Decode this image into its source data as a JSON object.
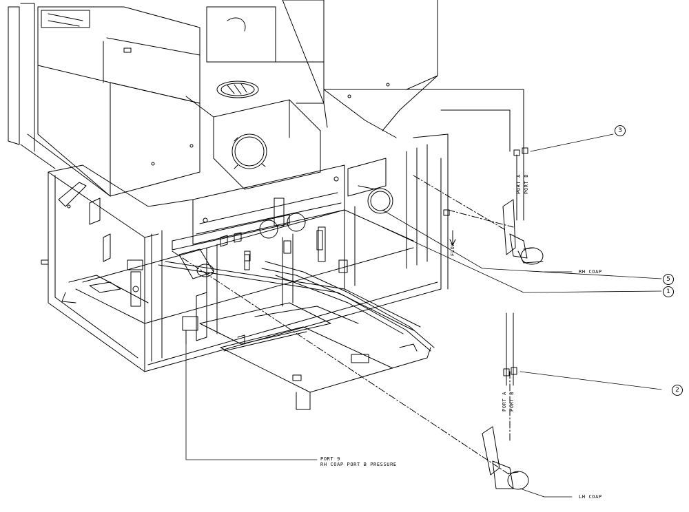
{
  "labels": {
    "rh_coap": "RH COAP",
    "lh_coap": "LH COAP",
    "flow": "FLOW",
    "port9_line1": "PORT 9",
    "port9_line2": "RH COAP PORT B PRESSURE",
    "rh_port_a": "PORT A",
    "rh_port_b": "PORT B",
    "lh_port_a": "PORT A",
    "lh_port_b": "PORT B"
  },
  "callouts": {
    "c3": "3",
    "c5": "5",
    "c1": "1",
    "c2": "2"
  }
}
